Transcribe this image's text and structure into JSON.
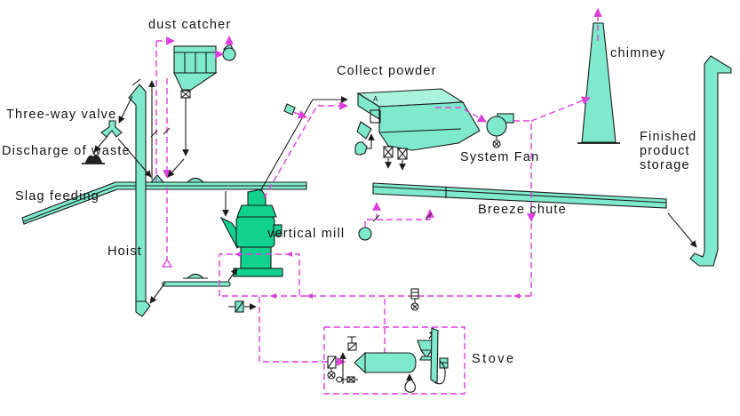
{
  "labels": {
    "dust_catcher": "dust catcher",
    "three_way_valve": "Three-way valve",
    "discharge_of_waste": "Discharge of waste",
    "slag_feeding": "Slag feeding",
    "hoist": "Hoist",
    "vertical_mill": "vertical mill",
    "collect_powder": "Collect powder",
    "system_fan": "System Fan",
    "breeze_chute": "Breeze chute",
    "chimney": "chimney",
    "finished_line1": "Finished",
    "finished_line2": "product",
    "finished_line3": "storage",
    "stove": "Stove",
    "collector_mark": "A"
  },
  "colors": {
    "equipment_fill": "#7feacb",
    "equipment_fill_light": "#a9f2dc",
    "mill_fill": "#10d28e",
    "outline": "#1a1a1a",
    "flow_line": "#dd3fdd",
    "text": "#141414",
    "background": "#ffffff"
  }
}
